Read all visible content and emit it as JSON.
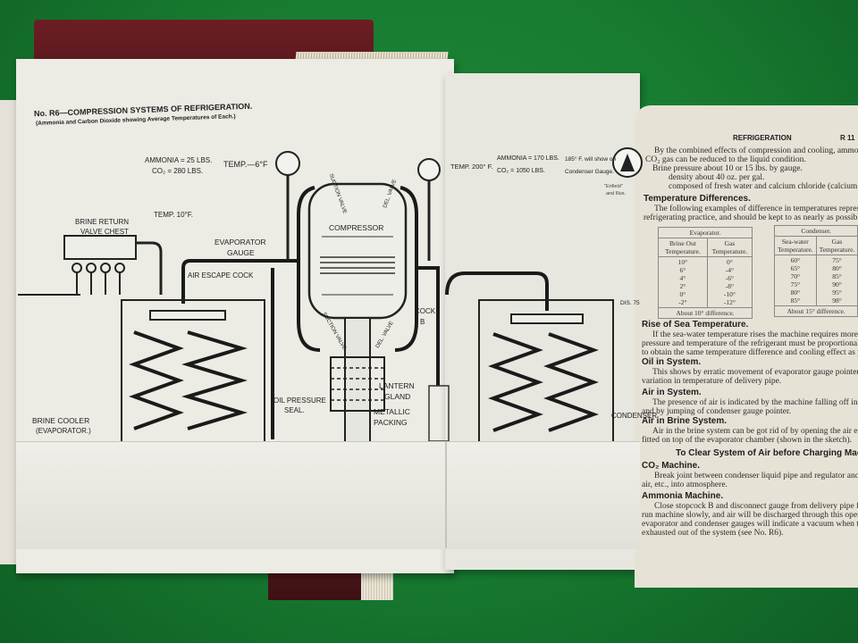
{
  "diagram": {
    "title": "No. R6—COMPRESSION SYSTEMS OF REFRIGERATION.",
    "subtitle": "(Ammonia and Carbon Dioxide showing Average Temperatures of Each.)",
    "ammonia_pressure": "AMMONIA = 25 LBS.",
    "co2_pressure": "CO₂ = 280 LBS.",
    "temp_left": "TEMP.—6°F",
    "brine_return": "BRINE RETURN",
    "valve_chest": "VALVE CHEST",
    "temp_10f": "TEMP. 10°F.",
    "evaporator_gauge_1": "EVAPORATOR",
    "evaporator_gauge_2": "GAUGE",
    "air_escape_cock": "AIR ESCAPE COCK",
    "compressor": "COMPRESSOR",
    "suction_valve_top": "SUCTION VALVE",
    "delivery_valve_top": "DEL. VALVE",
    "suction_valve_bottom": "SUCTION VALVE",
    "delivery_valve_bottom": "DEL. VALVE",
    "cock_b_1": "COCK",
    "cock_b_2": "B",
    "lantern_gland_1": "LANTERN",
    "lantern_gland_2": "GLAND",
    "oil_pressure_1": "OIL PRESSURE",
    "oil_pressure_2": "SEAL.",
    "metallic_1": "METALLIC",
    "metallic_2": "PACKING",
    "brine_cooler_1": "BRINE COOLER",
    "brine_cooler_2": "(EVAPORATOR.)",
    "temp_right_prefix": "TEMP. 200° F.",
    "ammonia_right": "AMMONIA = 170 LBS.",
    "co2_right": "CO₂ = 1050 LBS.",
    "note_right_1": "185° F. will show on",
    "note_right_2": "Condenser Gauge.",
    "condenser": "CONDENSER",
    "dis": "DIS. 75"
  },
  "page": {
    "header": "REFRIGERATION",
    "page_no": "R 11",
    "intro_1": "By the combined effects of compression and cooling, ammonia gas and",
    "intro_2": "CO₂ gas can be reduced to the liquid condition.",
    "intro_3": "Brine pressure about 10 or 15 lbs. by gauge.",
    "intro_4": "density about 40 oz. per gal.",
    "intro_5": "composed of fresh water and calcium chloride (calcium salt).",
    "temp_diff_heading": "Temperature Differences.",
    "temp_diff_1": "The following examples of difference in temperatures represent good",
    "temp_diff_2": "refrigerating practice, and should be kept to as nearly as possible.",
    "evaporator_table": {
      "title": "Evaporator.",
      "col1": "Brine Out Temperature.",
      "col2": "Gas Temperature.",
      "col1_values": [
        "10°",
        "6°",
        "4°",
        "2°",
        "0°",
        "-2°"
      ],
      "col2_values": [
        "0°",
        "-4°",
        "-6°",
        "-8°",
        "-10°",
        "-12°"
      ],
      "footer": "About 10° difference."
    },
    "condenser_table": {
      "title": "Condenser.",
      "col1": "Sea-water Temperature.",
      "col2": "Gas Temperature.",
      "col1_values": [
        "60°",
        "65°",
        "70°",
        "75°",
        "80°",
        "85°"
      ],
      "col2_values": [
        "75°",
        "80°",
        "85°",
        "90°",
        "95°",
        "98°"
      ],
      "footer": "About 15° difference."
    },
    "rise_heading": "Rise of Sea Temperature.",
    "rise_1": "If the sea-water temperature rises the machine requires more gas, as t",
    "rise_2": "pressure and temperature of the refrigerant must be proportionally increa",
    "rise_3": "to obtain the same temperature difference and cooling effect as previously",
    "oil_heading": "Oil in System.",
    "oil_1": "This shows by erratic movement of evaporator gauge pointer a",
    "oil_2": "variation in temperature of delivery pipe.",
    "air_heading": "Air in System.",
    "air_1": "The presence of air is indicated by the machine falling off in efficien",
    "air_2": "and by jumping of condenser gauge pointer.",
    "air_brine_heading": "Air in Brine System.",
    "air_brine_1": "Air in the brine system can be got rid of by opening the air escape co",
    "air_brine_2": "fitted on top of the evaporator chamber (shown in the sketch).",
    "clear_heading": "To Clear System of Air before Charging Machine",
    "co2_heading": "CO₂ Machine.",
    "co2_1": "Break joint between condenser liquid pipe and regulator and disch",
    "co2_2": "air, etc., into atmosphere.",
    "ammonia_heading": "Ammonia Machine.",
    "amm_1": "Close stopcock B and disconnect gauge from delivery pipe fitting,",
    "amm_2": "run machine slowly, and air will be discharged through this opening.",
    "amm_3": "evaporator and condenser gauges will indicate a vacuum when the",
    "amm_4": "exhausted out of the system (see No. R6)."
  },
  "emblem": {
    "caption_1": "\"Enfield\"",
    "caption_2": "and Illus."
  }
}
